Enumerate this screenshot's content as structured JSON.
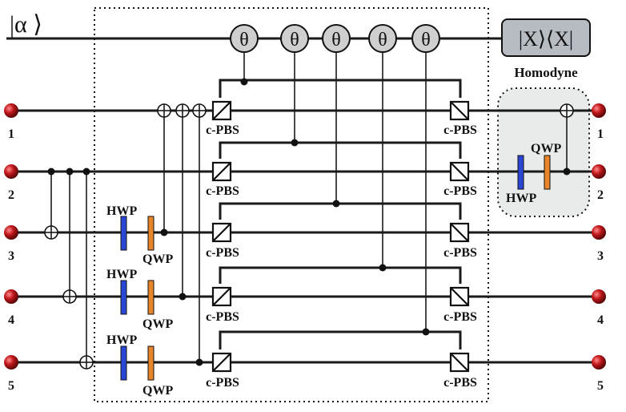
{
  "input_state": "|α ⟩",
  "theta_symbol": "θ",
  "detector": {
    "formula": "|X⟩⟨X|",
    "label": "Homodyne"
  },
  "pbs_label": "c-PBS",
  "hwp_label": "HWP",
  "qwp_label": "QWP",
  "modes_left": [
    "1",
    "2",
    "3",
    "4",
    "5"
  ],
  "modes_right": [
    "1",
    "2",
    "3",
    "4",
    "5"
  ],
  "colors": {
    "hwp": "#2b46d6",
    "qwp": "#e8842a",
    "theta_fill": "#cfcfcf",
    "detector_fill": "#b7bcc2",
    "box_fill": "#e8ebea",
    "source": "#b01414"
  }
}
